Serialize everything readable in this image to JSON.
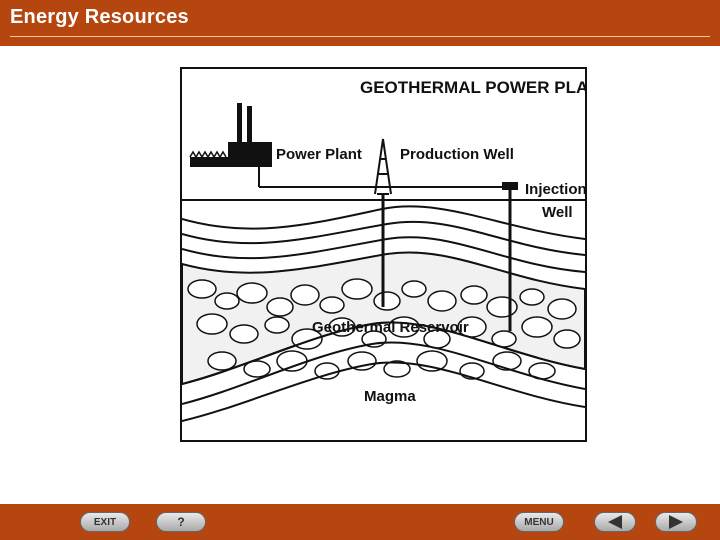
{
  "header": {
    "title": "Energy Resources"
  },
  "diagram": {
    "title": "GEOTHERMAL POWER PLANT",
    "labels": {
      "power_plant": "Power Plant",
      "production_well": "Production Well",
      "injection_line1": "Injection",
      "injection_line2": "Well",
      "reservoir": "Geothermal Reservoir",
      "magma": "Magma"
    }
  },
  "footer": {
    "exit_label": "EXIT",
    "help_label": "?",
    "menu_label": "MENU",
    "prev_icon": "left-arrow-icon",
    "next_icon": "right-arrow-icon"
  },
  "colors": {
    "brand": "#b5460f",
    "ink": "#111111",
    "rock": "#e6e6e6"
  }
}
